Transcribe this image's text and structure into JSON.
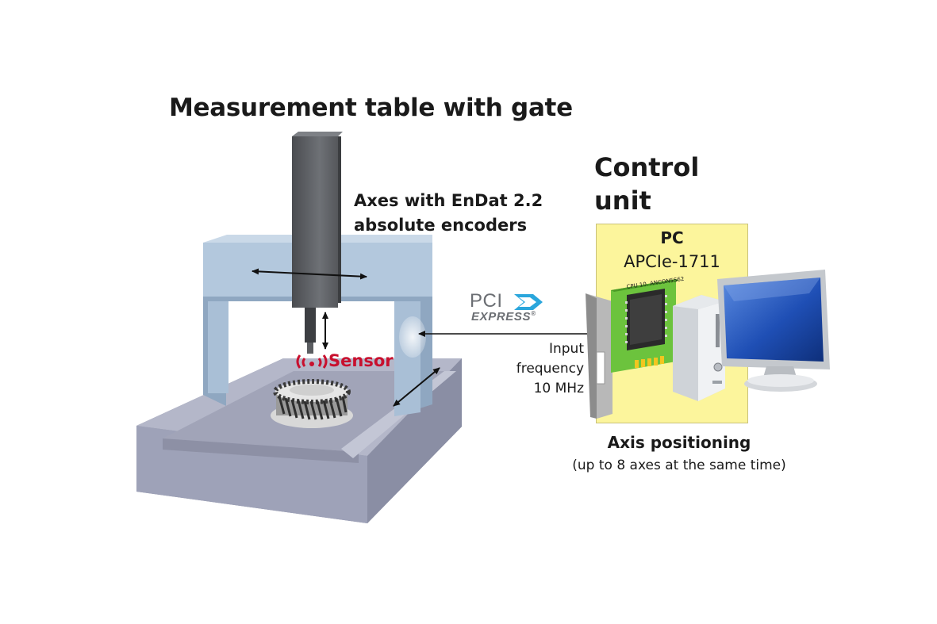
{
  "title": "Measurement table with gate",
  "axes_label": {
    "line1": "Axes with EnDat 2.2",
    "line2": "absolute encoders"
  },
  "control_unit": {
    "line1": "Control",
    "line2": "unit"
  },
  "pc": {
    "title": "PC",
    "model": "APCIe-1711",
    "card_chip_label": "CPU 10. ANCON5S62"
  },
  "bus": {
    "logo_main": "PCI",
    "logo_sub": "EXPRESS",
    "logo_mark": "®"
  },
  "input": {
    "line1": "Input",
    "line2": "frequency",
    "line3": "10 MHz"
  },
  "sensor_label": "Sensor",
  "axis_positioning": {
    "title": "Axis positioning",
    "subtitle": "(up to 8 axes at the same time)"
  },
  "colors": {
    "gate_blue": "#a9bfd6",
    "table_grey": "#9ea2b8",
    "pc_box_yellow": "#fcf59c",
    "sensor_red": "#c8102e",
    "pci_arrow_blue": "#2aa6dc",
    "card_green": "#6cc33d",
    "monitor_screen": "#1f4fb5"
  }
}
